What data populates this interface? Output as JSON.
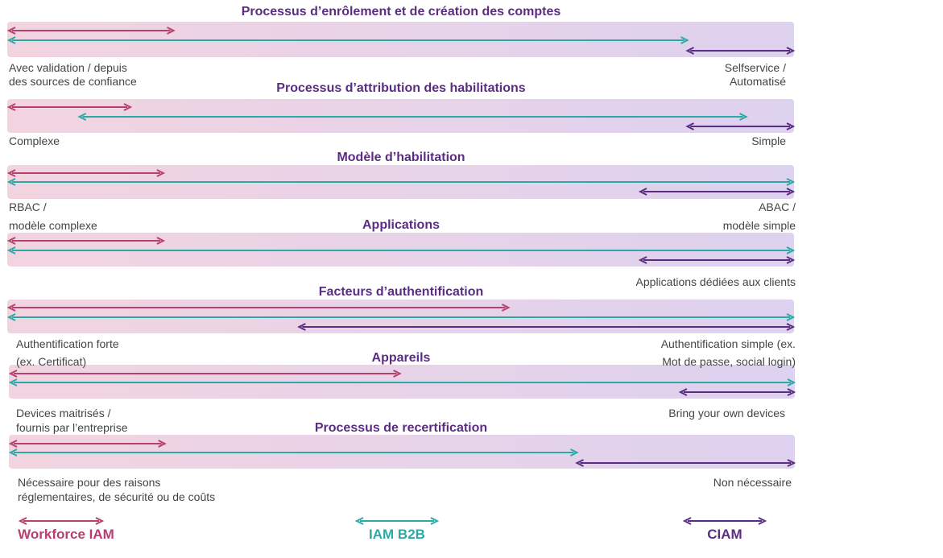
{
  "colors": {
    "workforce": "#b8406f",
    "b2b": "#2aa9a6",
    "ciam": "#5a2d82",
    "band_left": "#f2d4e0",
    "band_right": "#ddd2ef",
    "title": "#5a2d82",
    "label": "#444444"
  },
  "rows": [
    {
      "title": "Processus d’enrôlement et de création des comptes",
      "left_label": [
        "Avec validation / depuis",
        "des sources de confiance"
      ],
      "right_label": [
        "Selfservice /",
        "Automatisé"
      ],
      "arrows": [
        {
          "series": "workforce",
          "from": 0.0,
          "to": 0.21
        },
        {
          "series": "b2b",
          "from": 0.0,
          "to": 0.865
        },
        {
          "series": "ciam",
          "from": 0.865,
          "to": 1.0
        }
      ]
    },
    {
      "title": "Processus d’attribution des habilitations",
      "left_label": [
        "Complexe"
      ],
      "right_label": [
        "Simple"
      ],
      "arrows": [
        {
          "series": "workforce",
          "from": 0.0,
          "to": 0.155
        },
        {
          "series": "b2b",
          "from": 0.09,
          "to": 0.94
        },
        {
          "series": "ciam",
          "from": 0.865,
          "to": 1.0
        }
      ]
    },
    {
      "title": "Modèle d’habilitation",
      "left_label": [
        "RBAC /",
        "modèle complexe"
      ],
      "right_label": [
        "ABAC /",
        "modèle simple"
      ],
      "arrows": [
        {
          "series": "workforce",
          "from": 0.0,
          "to": 0.197
        },
        {
          "series": "b2b",
          "from": 0.0,
          "to": 1.0
        },
        {
          "series": "ciam",
          "from": 0.805,
          "to": 1.0
        }
      ]
    },
    {
      "title": "Applications",
      "left_label": [],
      "right_label": [
        "Applications dédiées aux clients"
      ],
      "arrows": [
        {
          "series": "workforce",
          "from": 0.0,
          "to": 0.197
        },
        {
          "series": "b2b",
          "from": 0.0,
          "to": 1.0
        },
        {
          "series": "ciam",
          "from": 0.805,
          "to": 1.0
        }
      ]
    },
    {
      "title": "Facteurs d’authentification",
      "left_label": [
        "Authentification forte",
        "(ex. Certificat)"
      ],
      "right_label": [
        "Authentification simple (ex.",
        "Mot de passe, social login)"
      ],
      "arrows": [
        {
          "series": "workforce",
          "from": 0.0,
          "to": 0.637
        },
        {
          "series": "b2b",
          "from": 0.0,
          "to": 1.0
        },
        {
          "series": "ciam",
          "from": 0.37,
          "to": 1.0
        }
      ]
    },
    {
      "title": "Appareils",
      "left_label": [
        "Devices maitrisés /",
        "fournis par l’entreprise"
      ],
      "right_label": [
        "Bring your own devices"
      ],
      "arrows": [
        {
          "series": "workforce",
          "from": 0.0,
          "to": 0.497
        },
        {
          "series": "b2b",
          "from": 0.0,
          "to": 1.0
        },
        {
          "series": "ciam",
          "from": 0.855,
          "to": 1.0
        }
      ]
    },
    {
      "title": "Processus de recertification",
      "left_label": [
        "Nécessaire pour des raisons",
        "réglementaires, de sécurité ou de coûts"
      ],
      "right_label": [
        "Non nécessaire"
      ],
      "arrows": [
        {
          "series": "workforce",
          "from": 0.0,
          "to": 0.197
        },
        {
          "series": "b2b",
          "from": 0.0,
          "to": 0.723
        },
        {
          "series": "ciam",
          "from": 0.723,
          "to": 1.0
        }
      ]
    }
  ],
  "legend": [
    {
      "series": "workforce",
      "label": "Workforce IAM"
    },
    {
      "series": "b2b",
      "label": "IAM B2B"
    },
    {
      "series": "ciam",
      "label": "CIAM"
    }
  ]
}
